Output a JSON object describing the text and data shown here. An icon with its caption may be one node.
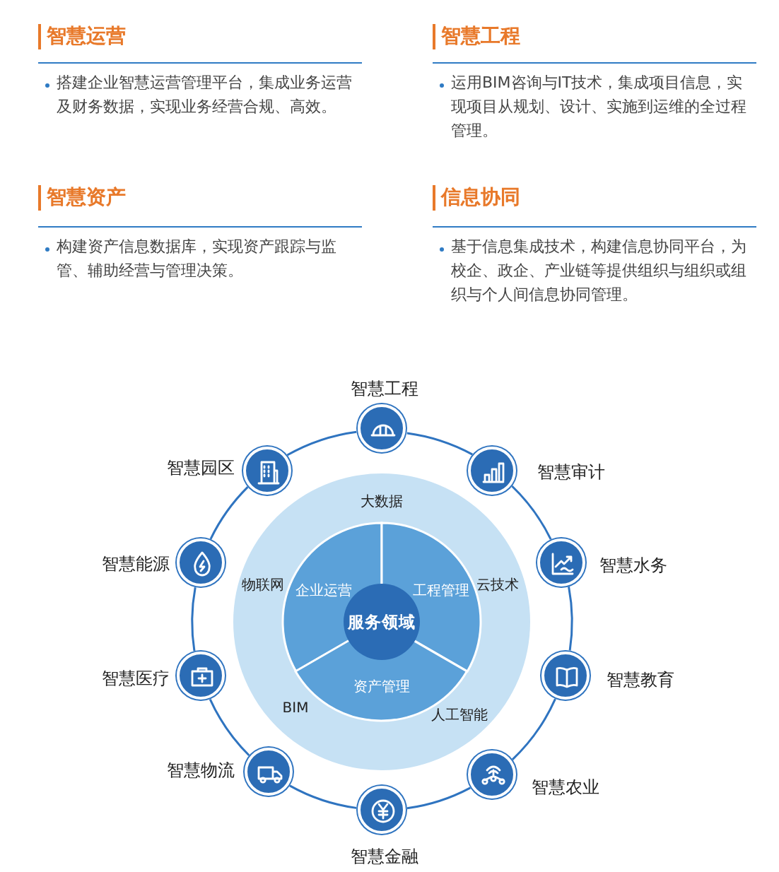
{
  "diagram": {
    "nodes": [
      {
        "text": [
          "大数据",
          "物联网",
          "云技术",
          "BIM",
          "人工智能"
        ]
      },
      {
        "text": [
          "企业运营"
        ],
        "in": 0
      },
      {
        "text": [
          "工程管理"
        ],
        "in": 0
      },
      {
        "text": [
          "资产管理"
        ],
        "in": 0
      },
      {
        "text": [
          "服务领域"
        ],
        "in": 0
      },
      {
        "text": [
          "智慧工程"
        ]
      },
      {
        "text": [
          "智慧审计"
        ]
      },
      {
        "text": [
          "智慧水务"
        ]
      },
      {
        "text": [
          "智慧教育"
        ]
      },
      {
        "text": [
          "智慧农业"
        ]
      },
      {
        "text": [
          "智慧金融"
        ]
      },
      {
        "text": [
          "智慧物流"
        ]
      },
      {
        "text": [
          "智慧医疗"
        ]
      },
      {
        "text": [
          "智慧能源"
        ]
      },
      {
        "text": [
          "智慧园区"
        ]
      }
    ],
    "edges": [
      {
        "from": 5,
        "to": 6,
        "arrow": "none"
      },
      {
        "from": 6,
        "to": 7,
        "arrow": "none"
      },
      {
        "from": 7,
        "to": 8,
        "arrow": "none"
      },
      {
        "from": 8,
        "to": 9,
        "arrow": "none"
      },
      {
        "from": 9,
        "to": 10,
        "arrow": "none"
      },
      {
        "from": 10,
        "to": 11,
        "arrow": "none"
      },
      {
        "from": 11,
        "to": 12,
        "arrow": "none"
      },
      {
        "from": 12,
        "to": 13,
        "arrow": "none"
      },
      {
        "from": 13,
        "to": 14,
        "arrow": "none"
      },
      {
        "from": 14,
        "to": 5,
        "arrow": "none"
      }
    ],
    "labels": [
      "智慧运营",
      "搭建企业智慧运营管理平台，集成业务运营及财务数据，实现业务经营合规、高效。",
      "智慧工程",
      "运用BIM咨询与IT技术，集成项目信息，实现项目从规划、设计、实施到运维的全过程管理。",
      "智慧资产",
      "构建资产信息数据库，实现资产跟踪与监管、辅助经营与管理决策。",
      "信息协同",
      "基于信息集成技术，构建信息协同平台，为校企、政企、产业链等提供组织与组织或组织与个人间信息协同管理。"
    ]
  }
}
